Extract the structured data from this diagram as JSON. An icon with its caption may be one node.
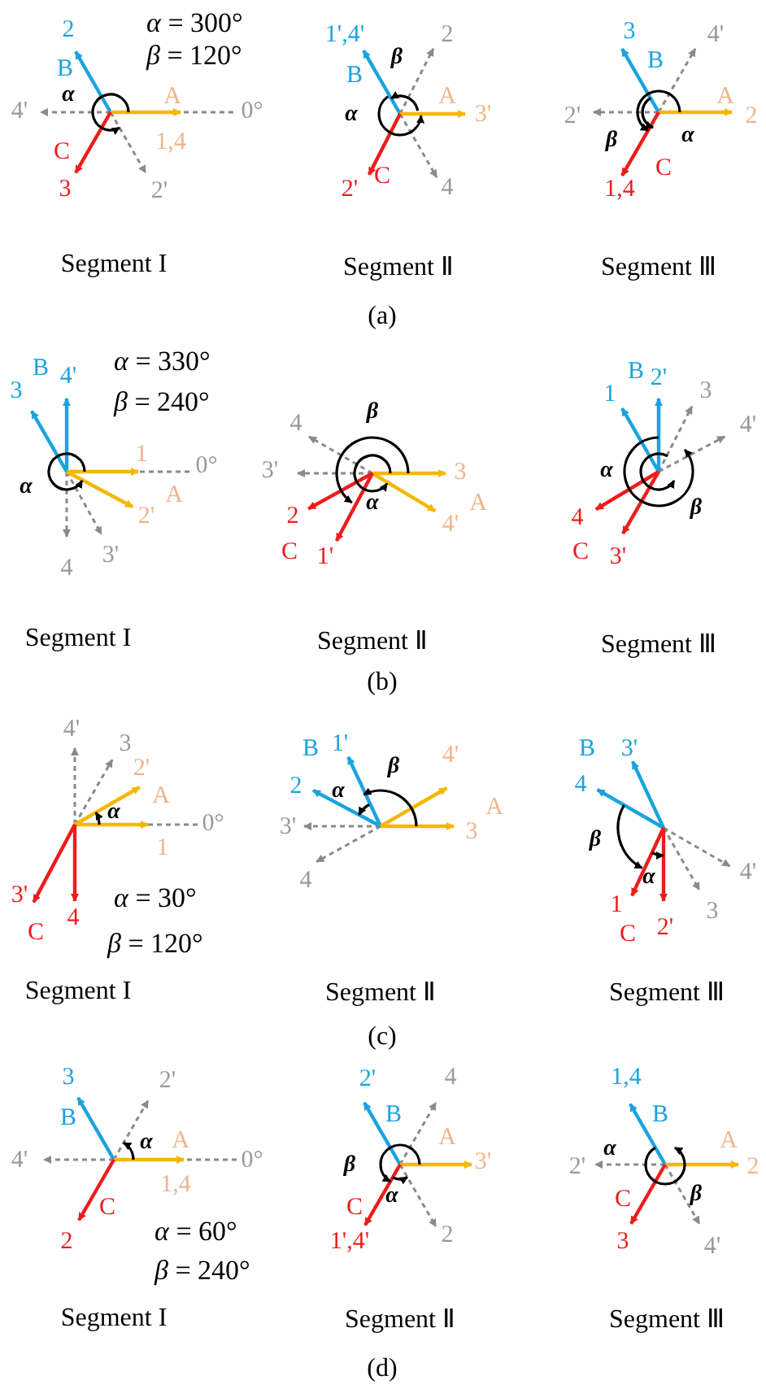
{
  "diagram": {
    "labels": [
      "2",
      "B",
      "*α* = 300°",
      "*β* = 120°",
      "4'",
      "α",
      "A",
      "0°",
      "C",
      "1,4",
      "3",
      "2'",
      "Segment I",
      "1',4'",
      "2",
      "β",
      "B",
      "A",
      "α",
      "3'",
      "C",
      "2'",
      "4",
      "Segment Ⅱ",
      "3",
      "4'",
      "B",
      "A",
      "2'",
      "2",
      "β",
      "α",
      "C",
      "1,4",
      "Segment Ⅲ",
      "(a)",
      "*α* = 330°",
      "3",
      "B",
      "4'",
      "*β* = 240°",
      "1",
      "0°",
      "α",
      "A",
      "2'",
      "3'",
      "4",
      "Segment I",
      "4",
      "β",
      "3'",
      "3",
      "2",
      "α",
      "A",
      "4'",
      "C",
      "1'",
      "Segment Ⅱ",
      "1",
      "B",
      "2'",
      "3",
      "4'",
      "α",
      "4",
      "β",
      "C",
      "3'",
      "Segment Ⅲ",
      "(b)",
      "4'",
      "3",
      "2'",
      "α",
      "A",
      "0°",
      "1",
      "3'",
      "*α* = 30°",
      "4",
      "C",
      "*β* = 120°",
      "Segment I",
      "B",
      "1'",
      "β",
      "4'",
      "2",
      "α",
      "A",
      "3'",
      "3",
      "4",
      "Segment Ⅱ",
      "B",
      "3'",
      "4",
      "β",
      "α",
      "4'",
      "1",
      "3",
      "C",
      "2'",
      "Segment Ⅲ",
      "(c)",
      "3",
      "2'",
      "B",
      "α",
      "A",
      "4'",
      "0°",
      "1,4",
      "C",
      "*α* = 60°",
      "2",
      "*β* = 240°",
      "Segment I",
      "2'",
      "4",
      "B",
      "A",
      "β",
      "3'",
      "α",
      "C",
      "2",
      "1',4'",
      "Segment Ⅱ",
      "1,4",
      "B",
      "α",
      "A",
      "2'",
      "2",
      "C",
      "β",
      "3",
      "4'",
      "Segment Ⅲ",
      "(d)"
    ]
  }
}
